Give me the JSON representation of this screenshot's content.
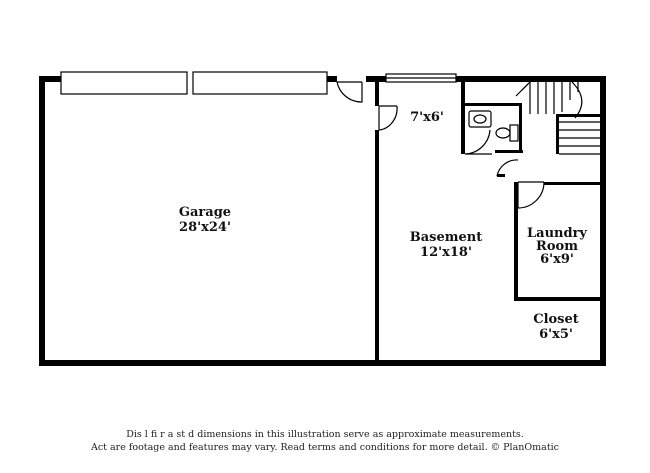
{
  "rooms": {
    "garage": {
      "name": "Garage",
      "dims": "28'x24'"
    },
    "basement": {
      "name": "Basement",
      "dims": "12'x18'"
    },
    "nook": {
      "dims": "7'x6'"
    },
    "laundry": {
      "name_line1": "Laundry",
      "name_line2": "Room",
      "dims": "6'x9'"
    },
    "closet": {
      "name": "Closet",
      "dims": "6'x5'"
    }
  },
  "disclaimer": {
    "line1": "Dis     l  fi     r  a   st  d dimensions in this illustration serve as approximate measurements.",
    "line2": "Act     are footage and features may vary. Read terms and conditions for more detail. © PlanOmatic"
  }
}
